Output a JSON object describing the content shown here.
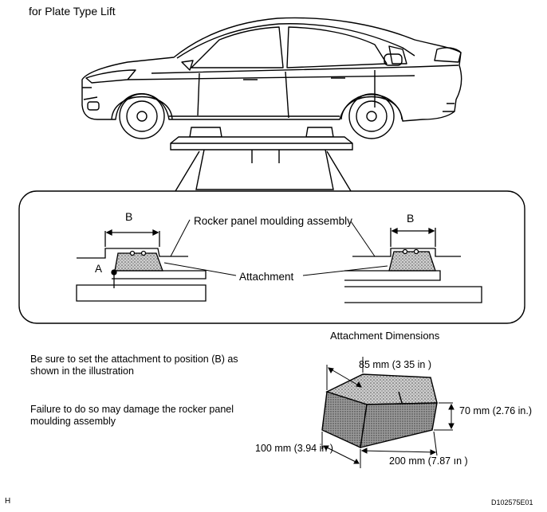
{
  "title": "for Plate Type Lift",
  "labels": {
    "b_left": "B",
    "b_right": "B",
    "a": "A",
    "rocker": "Rocker panel moulding assembly",
    "attachment": "Attachment",
    "dims_title": "Attachment Dimensions"
  },
  "notes": {
    "note1_line1": "Be sure to set the attachment to position (B) as",
    "note1_line2": "shown in the illustration",
    "note2_line1": "Failure to do so may damage the rocker panel",
    "note2_line2": "moulding assembly"
  },
  "dimensions": {
    "d85": "85 mm (3 35 in )",
    "d70": "70 mm (2.76 in.)",
    "d100": "100 mm (3.94 in )",
    "d200": "200 mm (7.87 ın )"
  },
  "footer": {
    "left": "H",
    "right": "D102575E01"
  }
}
